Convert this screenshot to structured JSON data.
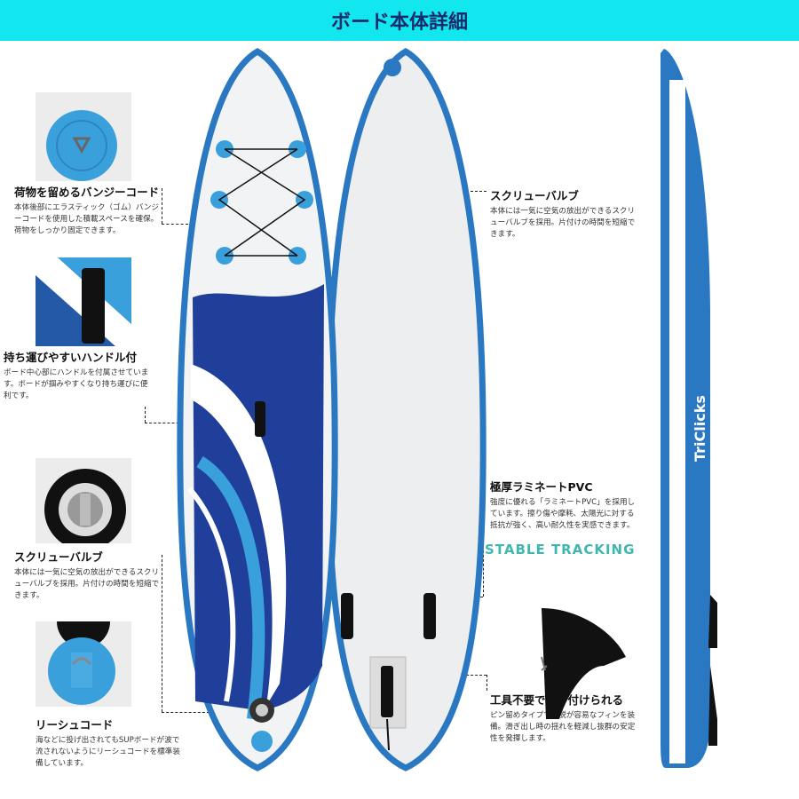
{
  "header": {
    "title": "ボード本体詳細",
    "background": "#12e6ee"
  },
  "features": [
    {
      "title": "荷物を留めるバンジーコード",
      "body": "本体後部にエラスティック（ゴム）バンジーコードを使用した積載スペースを確保。荷物をしっかり固定できます。"
    },
    {
      "title": "持ち運びやすいハンドル付",
      "body": "ボード中心部にハンドルを付属させています。ボードが掴みやすくなり持ち運びに便利です。"
    },
    {
      "title": "スクリューバルブ",
      "body": "本体には一気に空気の放出ができるスクリューバルブを採用。片付けの時間を短縮できます。"
    },
    {
      "title": "リーシュコード",
      "body": "海などに投げ出されてもSUPボードが波で流されないようにリーシュコードを標準装備しています。"
    },
    {
      "title": "スクリューバルブ",
      "body": "本体には一気に空気の放出ができるスクリューバルブを採用。片付けの時間を短縮できます。"
    },
    {
      "title": "極厚ラミネートPVC",
      "body": "強度に優れる「ラミネートPVC」を採用しています。擦り傷や摩耗、太陽光に対する抵抗が強く、高い耐久性を実感できます。"
    },
    {
      "title": "工具不要で取り付けられる",
      "body": "ピン留めタイプで着脱が容易なフィンを装備。滑ぎ出し時の揺れを軽減し抜群の安定性を発揮します。"
    }
  ],
  "brand_logo": "TriClicks",
  "background_text": "STABLE TRACKING",
  "colors": {
    "board_blue": "#2a78c2",
    "deck_navy": "#1f3f9a",
    "pad_blue": "#3aa0dc"
  }
}
